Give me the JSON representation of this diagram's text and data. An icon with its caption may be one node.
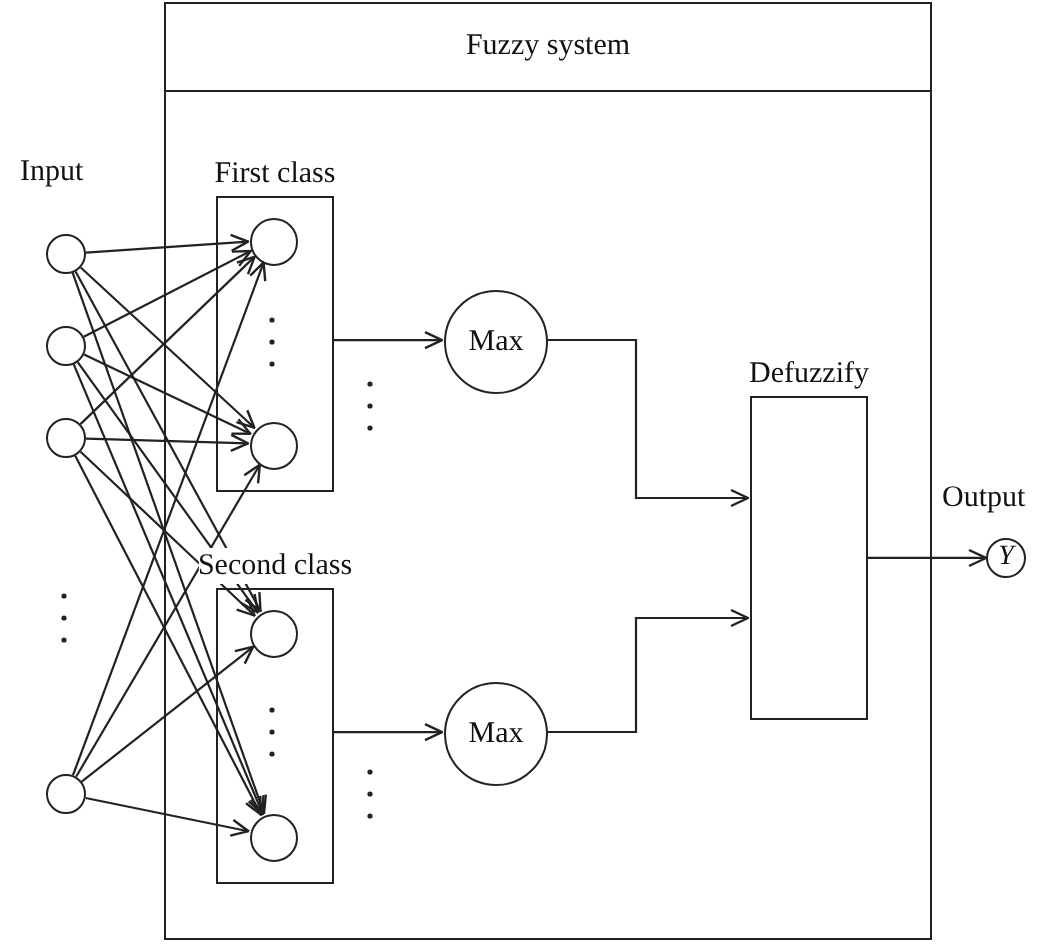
{
  "diagram": {
    "nodes": [
      {
        "text": [
          "Fuzzy system"
        ]
      },
      {
        "text": [],
        "shape": "circle"
      },
      {
        "text": [],
        "shape": "circle"
      },
      {
        "text": [],
        "shape": "circle"
      },
      {
        "text": [],
        "shape": "circle"
      },
      {
        "text": [
          "First class"
        ],
        "in": 0
      },
      {
        "text": [],
        "shape": "circle",
        "in": 5
      },
      {
        "text": [],
        "shape": "circle",
        "in": 5
      },
      {
        "text": [
          "Second class"
        ],
        "in": 0
      },
      {
        "text": [],
        "shape": "circle",
        "in": 8
      },
      {
        "text": [],
        "shape": "circle",
        "in": 8
      },
      {
        "text": [
          "Max"
        ],
        "in": 0
      },
      {
        "text": [
          "Max"
        ],
        "in": 0
      },
      {
        "text": [
          "Defuzzify"
        ],
        "in": 0
      },
      {
        "text": [
          "Y"
        ],
        "beside": [
          "Output"
        ]
      }
    ],
    "edges": [
      {
        "from": 1,
        "to": 6,
        "arrow": "to"
      },
      {
        "from": 1,
        "to": 7,
        "arrow": "to"
      },
      {
        "from": 1,
        "to": 9,
        "arrow": "to"
      },
      {
        "from": 1,
        "to": 10,
        "arrow": "to"
      },
      {
        "from": 2,
        "to": 6,
        "arrow": "to"
      },
      {
        "from": 2,
        "to": 7,
        "arrow": "to"
      },
      {
        "from": 2,
        "to": 9,
        "arrow": "to"
      },
      {
        "from": 2,
        "to": 10,
        "arrow": "to"
      },
      {
        "from": 3,
        "to": 6,
        "arrow": "to"
      },
      {
        "from": 3,
        "to": 7,
        "arrow": "to"
      },
      {
        "from": 3,
        "to": 9,
        "arrow": "to"
      },
      {
        "from": 3,
        "to": 10,
        "arrow": "to"
      },
      {
        "from": 4,
        "to": 6,
        "arrow": "to"
      },
      {
        "from": 4,
        "to": 7,
        "arrow": "to"
      },
      {
        "from": 4,
        "to": 9,
        "arrow": "to"
      },
      {
        "from": 4,
        "to": 10,
        "arrow": "to"
      },
      {
        "from": 5,
        "to": 11,
        "arrow": "to"
      },
      {
        "from": 8,
        "to": 12,
        "arrow": "to"
      },
      {
        "from": 11,
        "to": 13,
        "arrow": "to"
      },
      {
        "from": 12,
        "to": 13,
        "arrow": "to"
      },
      {
        "from": 13,
        "to": 14,
        "arrow": "to"
      }
    ],
    "labels": [
      "Input"
    ]
  }
}
